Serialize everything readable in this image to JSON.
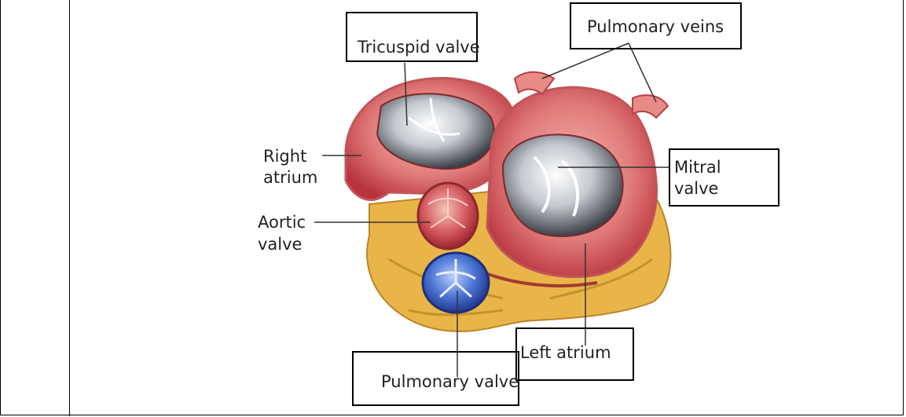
{
  "labels": {
    "tricuspid": "Tricuspid valve",
    "pulmonary_veins": "Pulmonary veins",
    "right_atrium_1": "Right",
    "right_atrium_2": "atrium",
    "mitral_1": "Mitral",
    "mitral_2": "valve",
    "aortic_1": "Aortic",
    "aortic_2": "valve",
    "left_atrium": "Left atrium",
    "pulmonary_valve": "Pulmonary valve"
  },
  "colors": {
    "tissue": "#e07a7a",
    "tissue_dark": "#b8333c",
    "tissue_light": "#f4b4ae",
    "fat": "#e9b548",
    "pulmonary_valve": "#4d77d6",
    "valve_gray": "#9aa0a8"
  }
}
